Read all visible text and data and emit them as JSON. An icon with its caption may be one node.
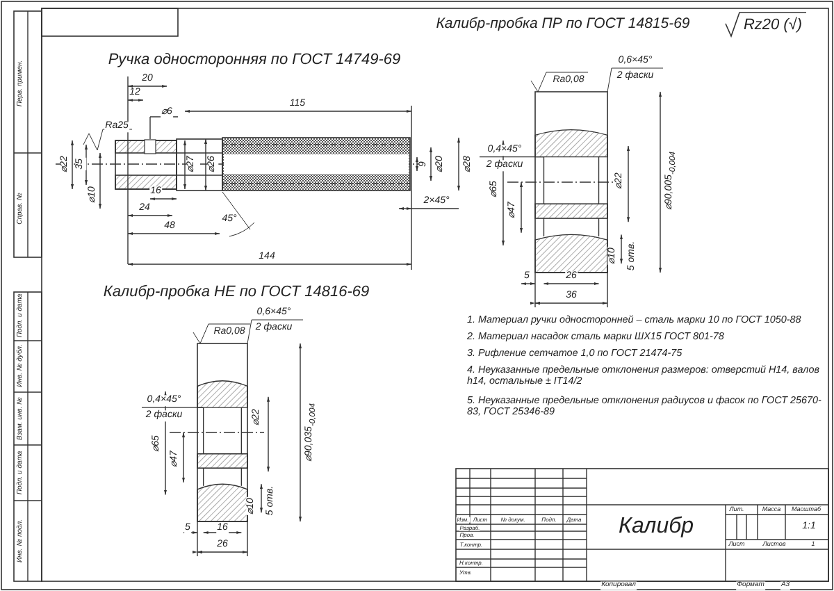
{
  "diagram": {
    "labels": [
      "Перв. примен.",
      "Справ. №",
      "Подп. и дата",
      "Инв. № дубл.",
      "Взам. инв. №",
      "Подп. и дата",
      "Инв. № подл.",
      "Ручка односторонняя по ГОСТ 14749-69",
      "Калибр-пробка ПР по ГОСТ 14815-69",
      "Rz20 (√)",
      "20",
      "12",
      "115",
      "⌀6",
      "Ra25",
      "⌀22",
      "35",
      "⌀10",
      "⌀27",
      "⌀26",
      "9",
      "⌀20",
      "⌀28",
      "16",
      "24",
      "48",
      "45°",
      "2×45°",
      "144",
      "0,6×45°",
      "2 фаски",
      "Ra0,08",
      "0,4×45°",
      "2 фаски",
      "⌀22",
      "⌀65",
      "⌀47",
      "⌀90,005$_{-0,004}$",
      "⌀10",
      "5 отв.",
      "5",
      "26",
      "36",
      "Калибр-пробка НЕ по ГОСТ 14816-69",
      "0,6×45°",
      "2 фаски",
      "Ra0,08",
      "0,4×45°",
      "2 фаски",
      "⌀22",
      "⌀65",
      "⌀47",
      "⌀90,035$_{-0,004}$",
      "⌀10",
      "5 отв.",
      "5",
      "16",
      "26",
      "1. Материал ручки односторонней – сталь марки 10 по ГОСТ 1050-88",
      "2. Материал насадок сталь марки ШХ15 ГОСТ 801-78",
      "3. Рифление сетчатое 1,0 по ГОСТ 21474-75",
      "4. Неуказанные предельные отклонения размеров: отверстий H14, валов h14, остальные ± IT14/2",
      "5. Неуказанные предельные отклонения радиусов и фасок по ГОСТ 25670-83, ГОСТ 25346-89",
      "Изм.",
      "Лист",
      "№ докум.",
      "Подп.",
      "Дата",
      "Разраб.",
      "Пров.",
      "Т.контр.",
      "Н.контр.",
      "Утв.",
      "Калибр",
      "Лит.",
      "Масса",
      "Масштаб",
      "1:1",
      "Лист",
      "Листов",
      "1",
      "Копировал",
      "Формат",
      "А3"
    ]
  }
}
